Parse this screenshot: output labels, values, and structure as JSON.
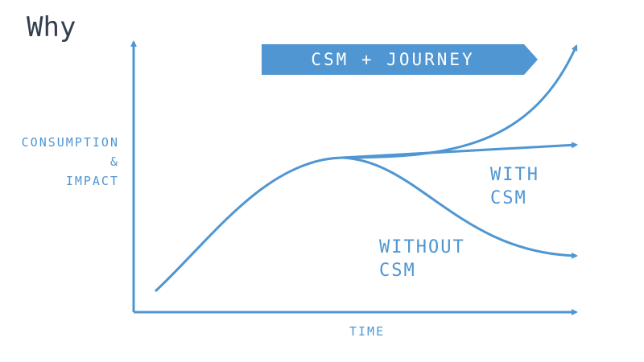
{
  "title": "Why",
  "banner": "CSM + JOURNEY",
  "y_axis_label": [
    "CONSUMPTION",
    "&",
    "IMPACT"
  ],
  "x_axis_label": "TIME",
  "labels": {
    "with": [
      "WITH",
      "CSM"
    ],
    "without": [
      "WITHOUT",
      "CSM"
    ]
  },
  "colors": {
    "accent": "#4f96d2",
    "title": "#333f50"
  }
}
